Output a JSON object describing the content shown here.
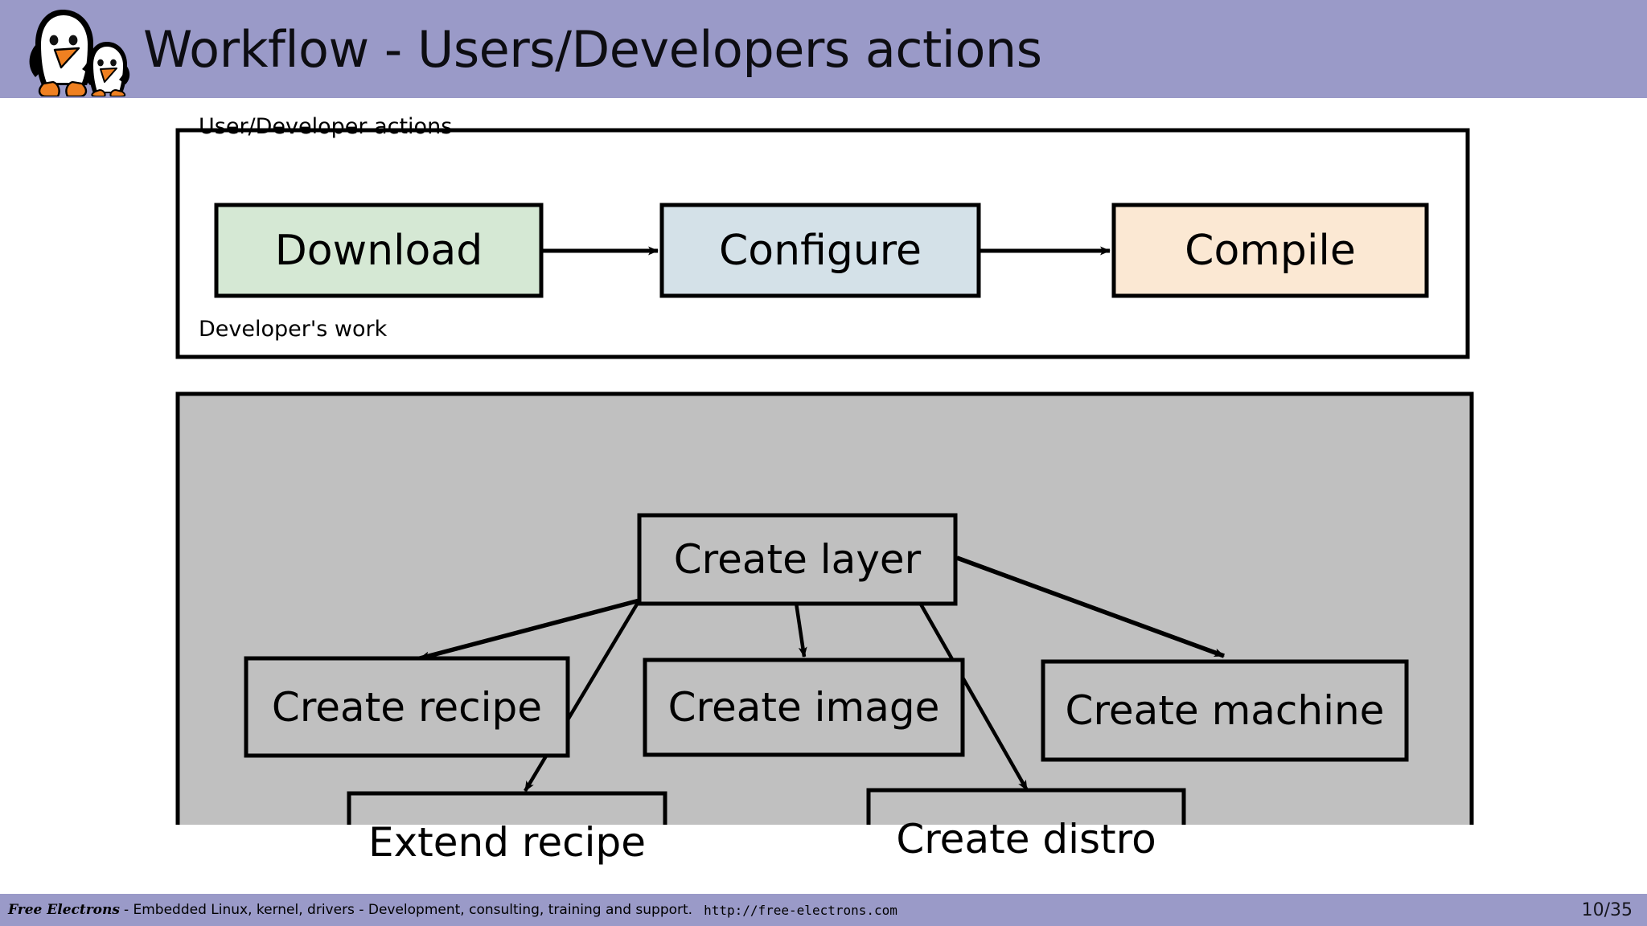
{
  "header": {
    "title": "Workflow - Users/Developers actions",
    "background_color": "#9a9ac8",
    "logo_name": "free-electrons-penguins-logo"
  },
  "diagram": {
    "type": "flowchart",
    "groups": [
      {
        "id": "user-developer-actions",
        "label": "User/Developer actions",
        "fill": "#ffffff",
        "border_color": "#000000",
        "nodes": [
          {
            "id": "download",
            "label": "Download",
            "fill": "#d5e8d4"
          },
          {
            "id": "configure",
            "label": "Configure",
            "fill": "#d4e1e8"
          },
          {
            "id": "compile",
            "label": "Compile",
            "fill": "#fbe8d3"
          }
        ],
        "edges": [
          {
            "from": "download",
            "to": "configure"
          },
          {
            "from": "configure",
            "to": "compile"
          }
        ]
      },
      {
        "id": "developers-work",
        "label": "Developer's work",
        "fill": "#c0c0c0",
        "border_color": "#000000",
        "nodes": [
          {
            "id": "create-layer",
            "label": "Create layer",
            "fill": "#c0c0c0"
          },
          {
            "id": "create-recipe",
            "label": "Create recipe",
            "fill": "#c0c0c0"
          },
          {
            "id": "create-image",
            "label": "Create image",
            "fill": "#c0c0c0"
          },
          {
            "id": "create-machine",
            "label": "Create machine",
            "fill": "#c0c0c0"
          },
          {
            "id": "extend-recipe",
            "label": "Extend recipe",
            "fill": "#c0c0c0"
          },
          {
            "id": "create-distro",
            "label": "Create distro",
            "fill": "#c0c0c0"
          }
        ],
        "edges": [
          {
            "from": "create-layer",
            "to": "create-recipe"
          },
          {
            "from": "create-layer",
            "to": "create-image"
          },
          {
            "from": "create-layer",
            "to": "create-machine"
          },
          {
            "from": "create-layer",
            "to": "extend-recipe"
          },
          {
            "from": "create-layer",
            "to": "create-distro"
          }
        ]
      }
    ]
  },
  "footer": {
    "brand": "Free Electrons",
    "tagline": "- Embedded Linux, kernel, drivers - Development, consulting, training and support.",
    "url": "http://free-electrons.com",
    "page": "10/35",
    "background_color": "#9a9ac8"
  }
}
